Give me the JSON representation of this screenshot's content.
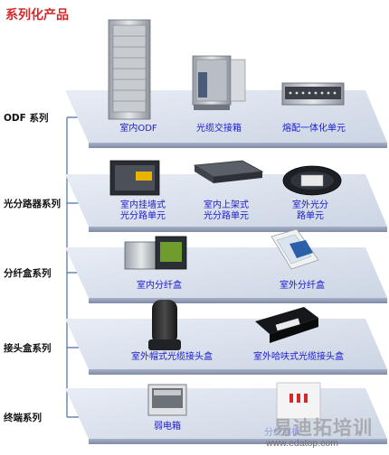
{
  "title": "系列化产品",
  "categories": [
    {
      "label": "ODF 系列",
      "products": [
        "室内ODF",
        "光缆交接箱",
        "熔配一体化单元"
      ]
    },
    {
      "label": "光分路器系列",
      "products": [
        "室内挂墙式\n光分路单元",
        "室内上架式\n光分路单元",
        "室外光分\n路单元"
      ]
    },
    {
      "label": "分纤盒系列",
      "products": [
        "室内分纤盒",
        "室外分纤盒"
      ]
    },
    {
      "label": "接头盒系列",
      "products": [
        "室外帽式光缆接头盒",
        "室外哈呋式光缆接头盒"
      ]
    },
    {
      "label": "终端系列",
      "products": [
        "弱电箱",
        "分纤面板"
      ]
    }
  ],
  "watermark": {
    "text": "易迪拓培训",
    "url": "www.edatop.com"
  },
  "colors": {
    "title": "#d42a2a",
    "shelf_top": "#dfe5ef",
    "shelf_edge": "#8a96b2",
    "connector": "#4a6fa8",
    "product_label": "#1b1bcc"
  }
}
